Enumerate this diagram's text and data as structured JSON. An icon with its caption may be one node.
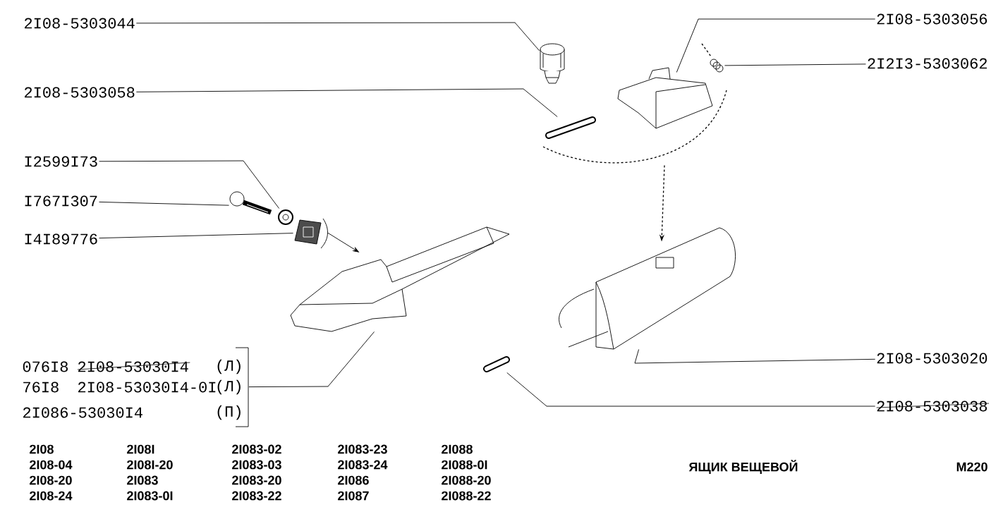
{
  "diagram": {
    "nodes": [
      {
        "text": [
          "2I08-5303044"
        ]
      },
      {
        "text": [
          "2I08-5303058"
        ]
      },
      {
        "text": [
          "I2599I73"
        ]
      },
      {
        "text": [
          "I767I307"
        ]
      },
      {
        "text": [
          "I4I89776"
        ]
      },
      {
        "text": [
          "076I8",
          "2I08-53030I4",
          "(Л)",
          "76I8",
          "2I08-53030I4-0I",
          "(Л)",
          "2I086-53030I4",
          "(П)"
        ]
      },
      {
        "text": [
          "2I08-5303056"
        ]
      },
      {
        "text": [
          "2I2I3-5303062"
        ]
      },
      {
        "text": [
          "2I08-5303020"
        ]
      },
      {
        "text": [
          "2I08-5303038"
        ]
      },
      {
        "text": [],
        "shape": "picture"
      },
      {
        "text": [],
        "shape": "picture"
      },
      {
        "text": [],
        "shape": "picture"
      },
      {
        "text": [],
        "shape": "picture"
      },
      {
        "text": [],
        "shape": "picture"
      },
      {
        "text": [],
        "shape": "picture"
      },
      {
        "text": [],
        "shape": "picture"
      },
      {
        "text": [],
        "shape": "picture"
      },
      {
        "text": [],
        "shape": "picture"
      },
      {
        "text": [],
        "shape": "picture"
      }
    ],
    "edges": [
      {
        "from": 0,
        "to": 10,
        "arrow": "none"
      },
      {
        "from": 1,
        "to": 11,
        "arrow": "none"
      },
      {
        "from": 2,
        "to": 15,
        "arrow": "none"
      },
      {
        "from": 3,
        "to": 14,
        "arrow": "none"
      },
      {
        "from": 4,
        "to": 16,
        "arrow": "none"
      },
      {
        "from": 5,
        "to": 17,
        "arrow": "none"
      },
      {
        "from": 6,
        "to": 12,
        "arrow": "none"
      },
      {
        "from": 7,
        "to": 13,
        "arrow": "none"
      },
      {
        "from": 8,
        "to": 18,
        "arrow": "none"
      },
      {
        "from": 9,
        "to": 19,
        "arrow": "none"
      },
      {
        "from": 16,
        "to": 17,
        "arrow": "to"
      },
      {
        "from": 12,
        "to": 18,
        "arrow": "to",
        "style": "dashed"
      }
    ],
    "labels": [
      "2I08",
      "2I08I",
      "2I083-02",
      "2I083-23",
      "2I088",
      "2I08-04",
      "2I08I-20",
      "2I083-03",
      "2I083-24",
      "2I088-0I",
      "2I08-20",
      "2I083",
      "2I083-20",
      "2I086",
      "2I088-20",
      "2I08-24",
      "2I083-0I",
      "2I083-22",
      "2I087",
      "2I088-22",
      "ЯЩИК ВЕЩЕВОЙ",
      "M220"
    ]
  }
}
